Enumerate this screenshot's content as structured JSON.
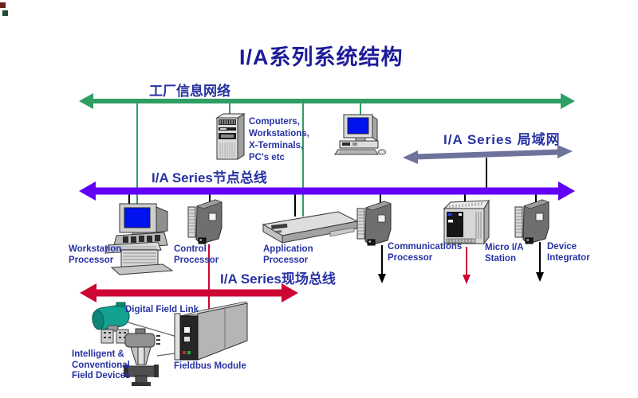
{
  "title": "I/A系列系统结构",
  "buses": {
    "plant": "工厂信息网络",
    "node": "I/A Series节点总线",
    "lan": "I/A Series 局域网",
    "field": "I/A Series现场总线"
  },
  "nodes": {
    "computers": "Computers,\nWorkstations,\nX-Terminals,\nPC's etc",
    "workstation": "Workstation\nProcessor",
    "control": "Control\nProcessor",
    "application": "Application\nProcessor",
    "communications": "Communications\nProcessor",
    "micro": "Micro I/A\nStation",
    "device": "Device\nIntegrator",
    "digital_field_link": "Digital Field Link",
    "field_devices": "Intelligent &\nConventional\nField Devices",
    "fieldbus_module": "Fieldbus Module"
  },
  "colors": {
    "title_text": "#1c1c99",
    "label_text": "#2733a3",
    "plant_bus_green": "#2f9e64",
    "node_bus_purple": "#6100f5",
    "lan_bus_slate": "#6f739c",
    "field_bus_red": "#ce0633",
    "connector_black": "#000000",
    "transmitter_teal": "#13a290"
  }
}
